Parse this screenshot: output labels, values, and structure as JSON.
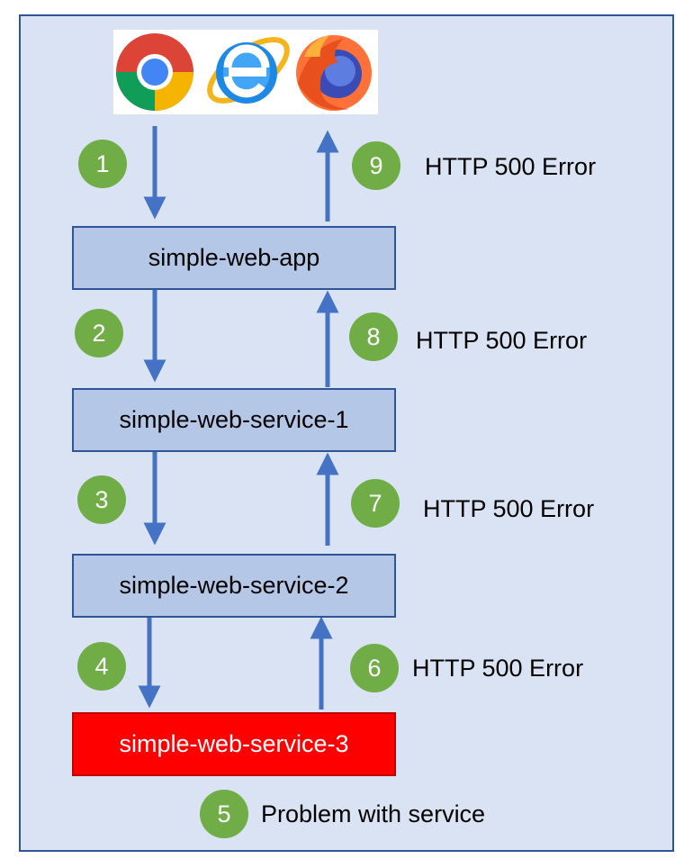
{
  "colors": {
    "frame_fill": "#dae3f3",
    "frame_border": "#2f5597",
    "box_fill": "#b4c7e7",
    "failed_box_fill": "#ff0000",
    "step_circle": "#70ad47",
    "arrow": "#4472c4"
  },
  "browsers": [
    "chrome-icon",
    "internet-explorer-icon",
    "firefox-icon"
  ],
  "services": {
    "app": "simple-web-app",
    "s1": "simple-web-service-1",
    "s2": "simple-web-service-2",
    "s3": "simple-web-service-3"
  },
  "steps": {
    "s1": "1",
    "s2": "2",
    "s3": "3",
    "s4": "4",
    "s5": "5",
    "s6": "6",
    "s7": "7",
    "s8": "8",
    "s9": "9"
  },
  "labels": {
    "e9": "HTTP 500 Error",
    "e8": "HTTP 500 Error",
    "e7": "HTTP 500 Error",
    "e6": "HTTP 500 Error",
    "problem": "Problem with service"
  }
}
